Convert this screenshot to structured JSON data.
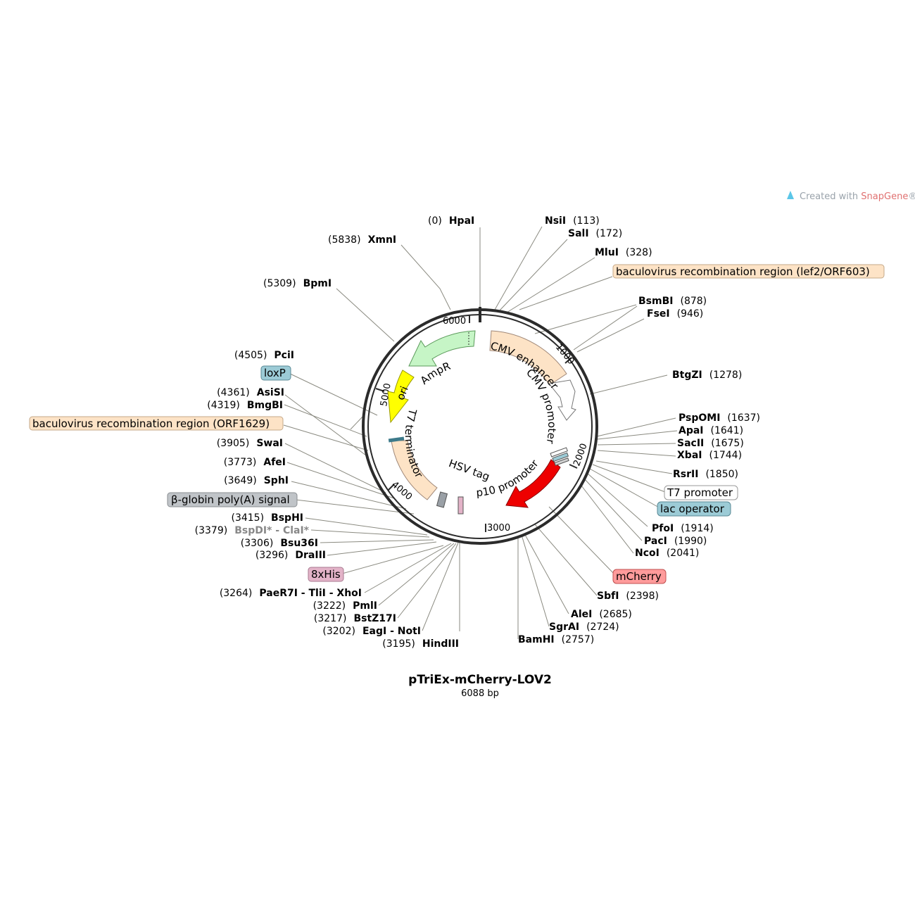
{
  "plasmid": {
    "name": "pTriEx-mCherry-LOV2",
    "length_label": "6088 bp"
  },
  "watermark": {
    "prefix": "Created with ",
    "brand": "SnapGene",
    "mark": "®"
  },
  "ticks": [
    "6000",
    "1000",
    "2000",
    "3000",
    "4000",
    "5000"
  ],
  "sites": {
    "hpai": {
      "name": "HpaI",
      "pos": "(0)"
    },
    "nsii": {
      "name": "NsiI",
      "pos": "(113)"
    },
    "sali": {
      "name": "SalI",
      "pos": "(172)"
    },
    "mlui": {
      "name": "MluI",
      "pos": "(328)"
    },
    "bsmbi": {
      "name": "BsmBI",
      "pos": "(878)"
    },
    "fsei": {
      "name": "FseI",
      "pos": "(946)"
    },
    "btgzi": {
      "name": "BtgZI",
      "pos": "(1278)"
    },
    "pspomi": {
      "name": "PspOMI",
      "pos": "(1637)"
    },
    "apai": {
      "name": "ApaI",
      "pos": "(1641)"
    },
    "sacii": {
      "name": "SacII",
      "pos": "(1675)"
    },
    "xbai": {
      "name": "XbaI",
      "pos": "(1744)"
    },
    "rsrii": {
      "name": "RsrII",
      "pos": "(1850)"
    },
    "pfoi": {
      "name": "PfoI",
      "pos": "(1914)"
    },
    "paci": {
      "name": "PacI",
      "pos": "(1990)"
    },
    "ncoi": {
      "name": "NcoI",
      "pos": "(2041)"
    },
    "sbfi": {
      "name": "SbfI",
      "pos": "(2398)"
    },
    "alei": {
      "name": "AleI",
      "pos": "(2685)"
    },
    "sgrai": {
      "name": "SgrAI",
      "pos": "(2724)"
    },
    "bamhi": {
      "name": "BamHI",
      "pos": "(2757)"
    },
    "xmni": {
      "name": "XmnI",
      "pos": "(5838)"
    },
    "bpmi": {
      "name": "BpmI",
      "pos": "(5309)"
    },
    "pcii": {
      "name": "PciI",
      "pos": "(4505)"
    },
    "asisi": {
      "name": "AsiSI",
      "pos": "(4361)"
    },
    "bmgbi": {
      "name": "BmgBI",
      "pos": "(4319)"
    },
    "swai": {
      "name": "SwaI",
      "pos": "(3905)"
    },
    "afei": {
      "name": "AfeI",
      "pos": "(3773)"
    },
    "sphi": {
      "name": "SphI",
      "pos": "(3649)"
    },
    "bsphi": {
      "name": "BspHI",
      "pos": "(3415)"
    },
    "bspdi": {
      "name": "BspDI* - ClaI*",
      "pos": "(3379)"
    },
    "bsu36i": {
      "name": "Bsu36I",
      "pos": "(3306)"
    },
    "draiii": {
      "name": "DraIII",
      "pos": "(3296)"
    },
    "xhoi": {
      "name": "PaeR7I - TliI - XhoI",
      "pos": "(3264)"
    },
    "pmli": {
      "name": "PmlI",
      "pos": "(3222)"
    },
    "bstz17i": {
      "name": "BstZ17I",
      "pos": "(3217)"
    },
    "noti": {
      "name": "EagI - NotI",
      "pos": "(3202)"
    },
    "hindiii": {
      "name": "HindIII",
      "pos": "(3195)"
    }
  },
  "feature_labels": {
    "lef2": "baculovirus recombination region (lef2/ORF603)",
    "orf1629": "baculovirus recombination region (ORF1629)",
    "t7_promoter": "T7 promoter",
    "lac_operator": "lac operator",
    "mcherry": "mCherry",
    "loxp": "loxP",
    "beta_globin": "β-globin poly(A) signal",
    "his8": "8xHis"
  },
  "inner_labels": {
    "ampr": "AmpR",
    "ori": "ori",
    "cmv_enhancer": "CMV enhancer",
    "cmv_promoter": "CMV promoter",
    "p10_promoter": "p10 promoter",
    "hsv_tag": "HSV tag",
    "t7_terminator": "T7 terminator"
  },
  "colors": {
    "backbone": "#2b2b2b",
    "ampr": "#c6f5c6",
    "ori": "#ffff00",
    "baculovirus": "#fde3c6",
    "mcherry": "#ff0000",
    "loxp": "#9ccbd6",
    "lac_operator": "#9ccbd6",
    "beta_globin": "#c0c4c8",
    "his8": "#e3b3c8",
    "mcherry_box": "#ff9b9b",
    "leader": "#8a8a80"
  }
}
